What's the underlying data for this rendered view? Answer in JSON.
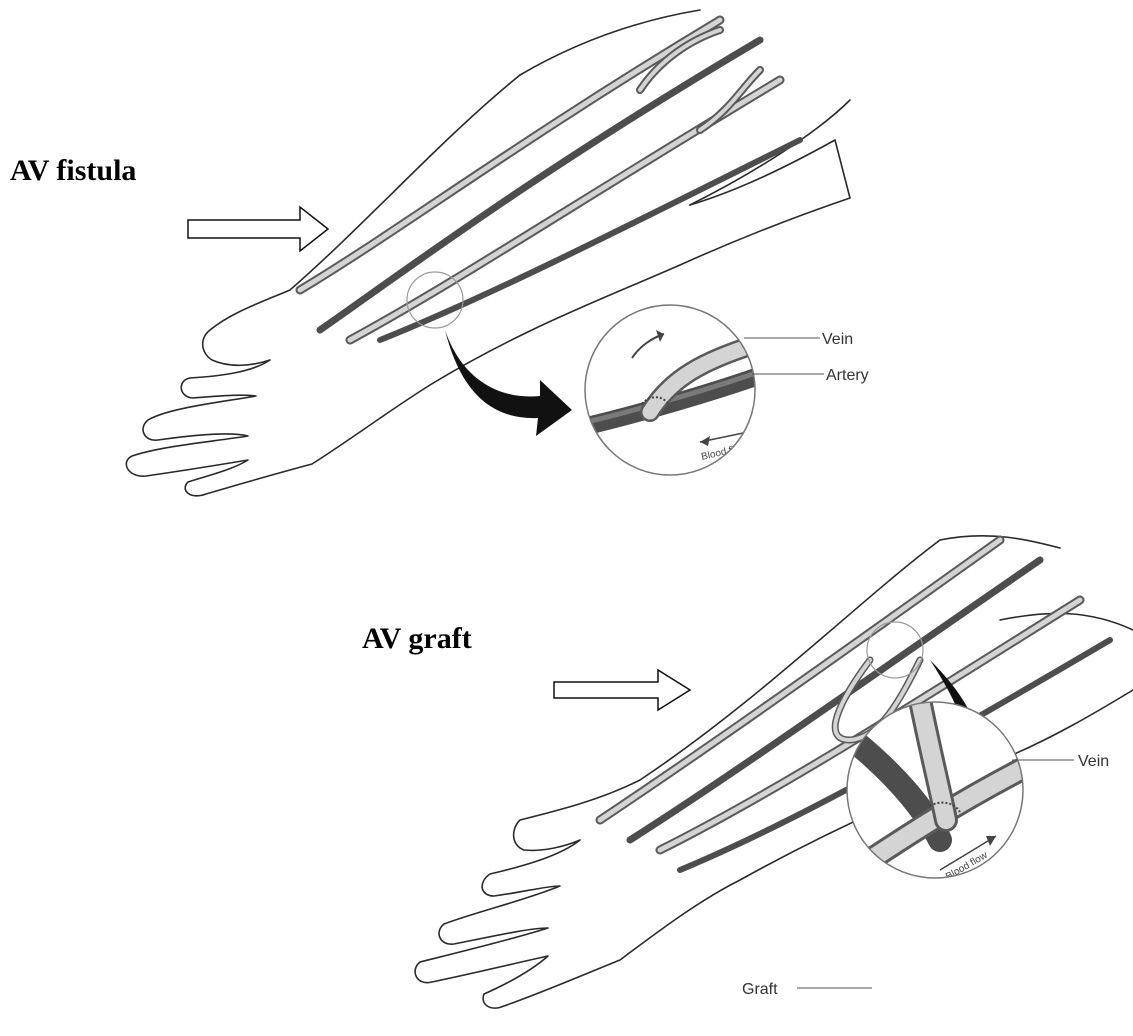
{
  "diagram": {
    "fistula": {
      "heading": "AV fistula",
      "labels": {
        "vein": "Vein",
        "artery": "Artery",
        "blood_flow": "Blood flow"
      }
    },
    "graft": {
      "heading": "AV graft",
      "labels": {
        "vein": "Vein",
        "graft": "Graft",
        "blood_flow": "Blood flow"
      }
    },
    "colors": {
      "artery": "#4d4d4d",
      "vein": "#d4d4d4",
      "outline": "#2a2a2a",
      "callout_arrow": "#111111"
    }
  }
}
